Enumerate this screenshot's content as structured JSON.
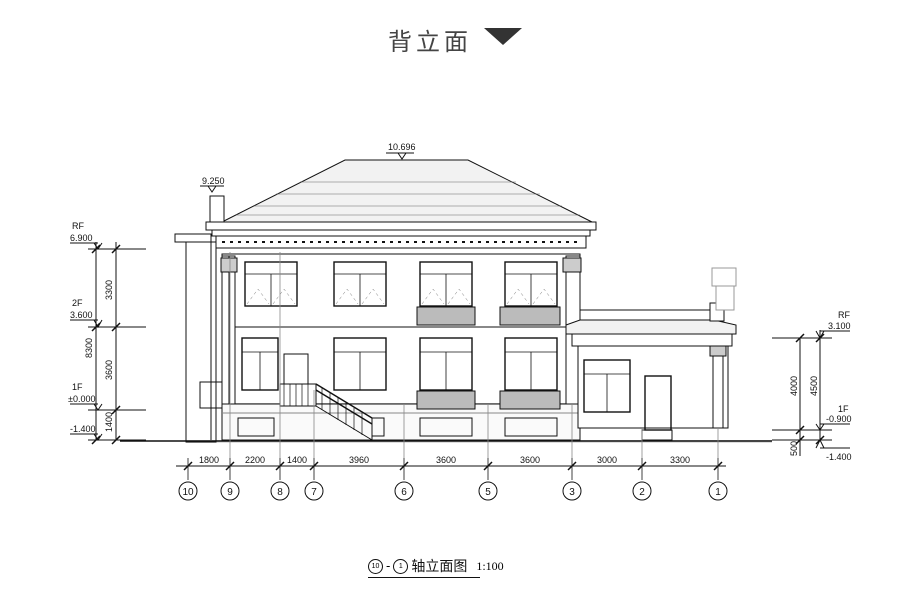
{
  "header": {
    "title": "背立面"
  },
  "elevation": {
    "top_level": "10.696",
    "chimney_level": "9.250",
    "left_levels": [
      {
        "name": "RF",
        "value": "6.900"
      },
      {
        "name": "2F",
        "value": "3.600"
      },
      {
        "name": "1F",
        "value": "±0.000"
      },
      {
        "name": "",
        "value": "-1.400"
      }
    ],
    "left_dims_inner": [
      "3300",
      "3600",
      "1400"
    ],
    "left_dim_total": "8300",
    "right_levels": [
      {
        "name": "RF",
        "value": "3.100"
      },
      {
        "name": "1F",
        "value": "-0.900"
      },
      {
        "name": "",
        "value": "-1.400"
      }
    ],
    "right_dims_inner": [
      "4000",
      "500"
    ],
    "right_dim_total": "4500",
    "bottom_dims": [
      "1800",
      "2200",
      "1400",
      "3960",
      "3600",
      "3600",
      "3000",
      "3300"
    ],
    "axes": [
      "10",
      "9",
      "8",
      "7",
      "6",
      "5",
      "3",
      "2",
      "1"
    ]
  },
  "caption": {
    "from_axis": "10",
    "to_axis": "1",
    "text": "轴立面图",
    "scale": "1:100"
  }
}
